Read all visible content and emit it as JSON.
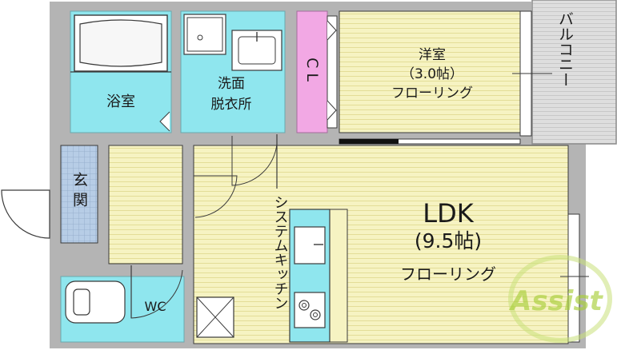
{
  "colors": {
    "wall": "#b4b4b4",
    "floor_yellow": "#f6f3c2",
    "floor_line": "#e6e09c",
    "bath_cyan": "#8fe6ee",
    "entry_blue": "#b7cde6",
    "closet_pink": "#f2a8e4",
    "balcony_gray": "#dcdcdc",
    "accent_green": "#a9cf3a"
  },
  "rooms": {
    "bathroom": {
      "label": "浴室"
    },
    "washroom": {
      "line1": "洗面",
      "line2": "脱衣所"
    },
    "closet": {
      "label": "CL"
    },
    "western_room": {
      "name": "洋室",
      "size": "（3.0帖）",
      "floor": "フローリング"
    },
    "balcony": {
      "label": "バルコニー"
    },
    "entrance": {
      "label": "玄関"
    },
    "ldk": {
      "name": "LDK",
      "size": "(9.5帖)",
      "floor": "フローリング"
    },
    "kitchen": {
      "label": "システムキッチン"
    },
    "toilet": {
      "label": "WC"
    }
  },
  "logo": {
    "text": "Assist"
  }
}
